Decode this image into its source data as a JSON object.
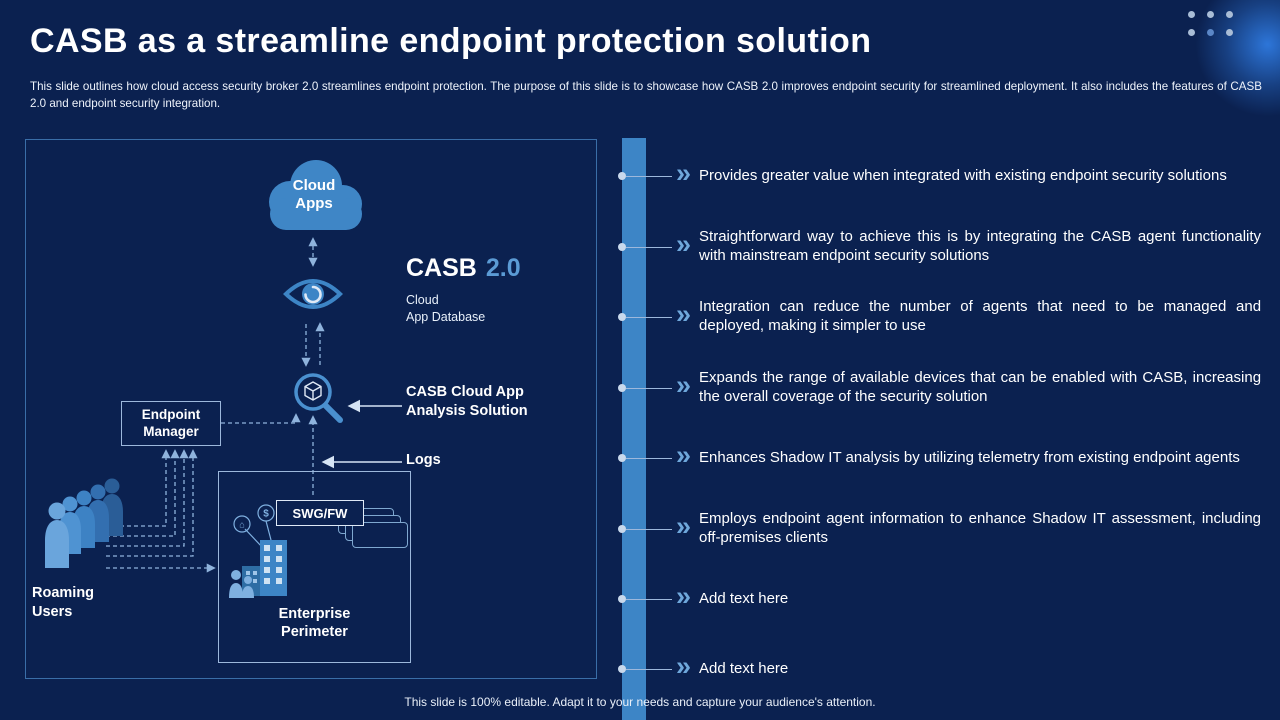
{
  "slide": {
    "title": "CASB as a streamline endpoint protection solution",
    "description": "This slide outlines how cloud access security broker 2.0 streamlines endpoint protection. The purpose of this slide is to showcase how CASB 2.0 improves endpoint security for streamlined deployment. It also includes the features of CASB 2.0 and endpoint security integration.",
    "footer": "This slide is 100% editable. Adapt it to your needs and capture your audience's attention."
  },
  "diagram": {
    "cloud_apps_label": "Cloud\nApps",
    "casb_title": "CASB",
    "casb_version": "2.0",
    "casb_subtitle": "Cloud\nApp Database",
    "analysis_label": "CASB Cloud App\nAnalysis Solution",
    "endpoint_manager_label": "Endpoint\nManager",
    "logs_label": "Logs",
    "swg_fw_label": "SWG/FW",
    "enterprise_perimeter_label": "Enterprise\nPerimeter",
    "roaming_users_label": "Roaming\nUsers"
  },
  "features": [
    {
      "text": "Provides greater value when integrated with existing endpoint security solutions"
    },
    {
      "text": "Straightforward way to achieve this is by integrating the CASB agent functionality with mainstream endpoint security solutions"
    },
    {
      "text": "Integration can reduce the number of agents that need to be managed and deployed, making it simpler to use"
    },
    {
      "text": "Expands the range of available devices that can be enabled with CASB, increasing the overall coverage of the security solution"
    },
    {
      "text": "Enhances Shadow IT analysis by utilizing telemetry from existing endpoint agents"
    },
    {
      "text": "Employs endpoint agent information to enhance Shadow IT assessment, including off-premises clients"
    },
    {
      "text": "Add text here"
    },
    {
      "text": "Add text here"
    }
  ],
  "icons": {
    "chevron": "»"
  },
  "colors": {
    "background": "#0b2150",
    "accent_blue": "#3d85c6",
    "light_blue": "#6fa8dc",
    "casb_version_blue": "#5b9bd5",
    "text": "#ffffff"
  }
}
